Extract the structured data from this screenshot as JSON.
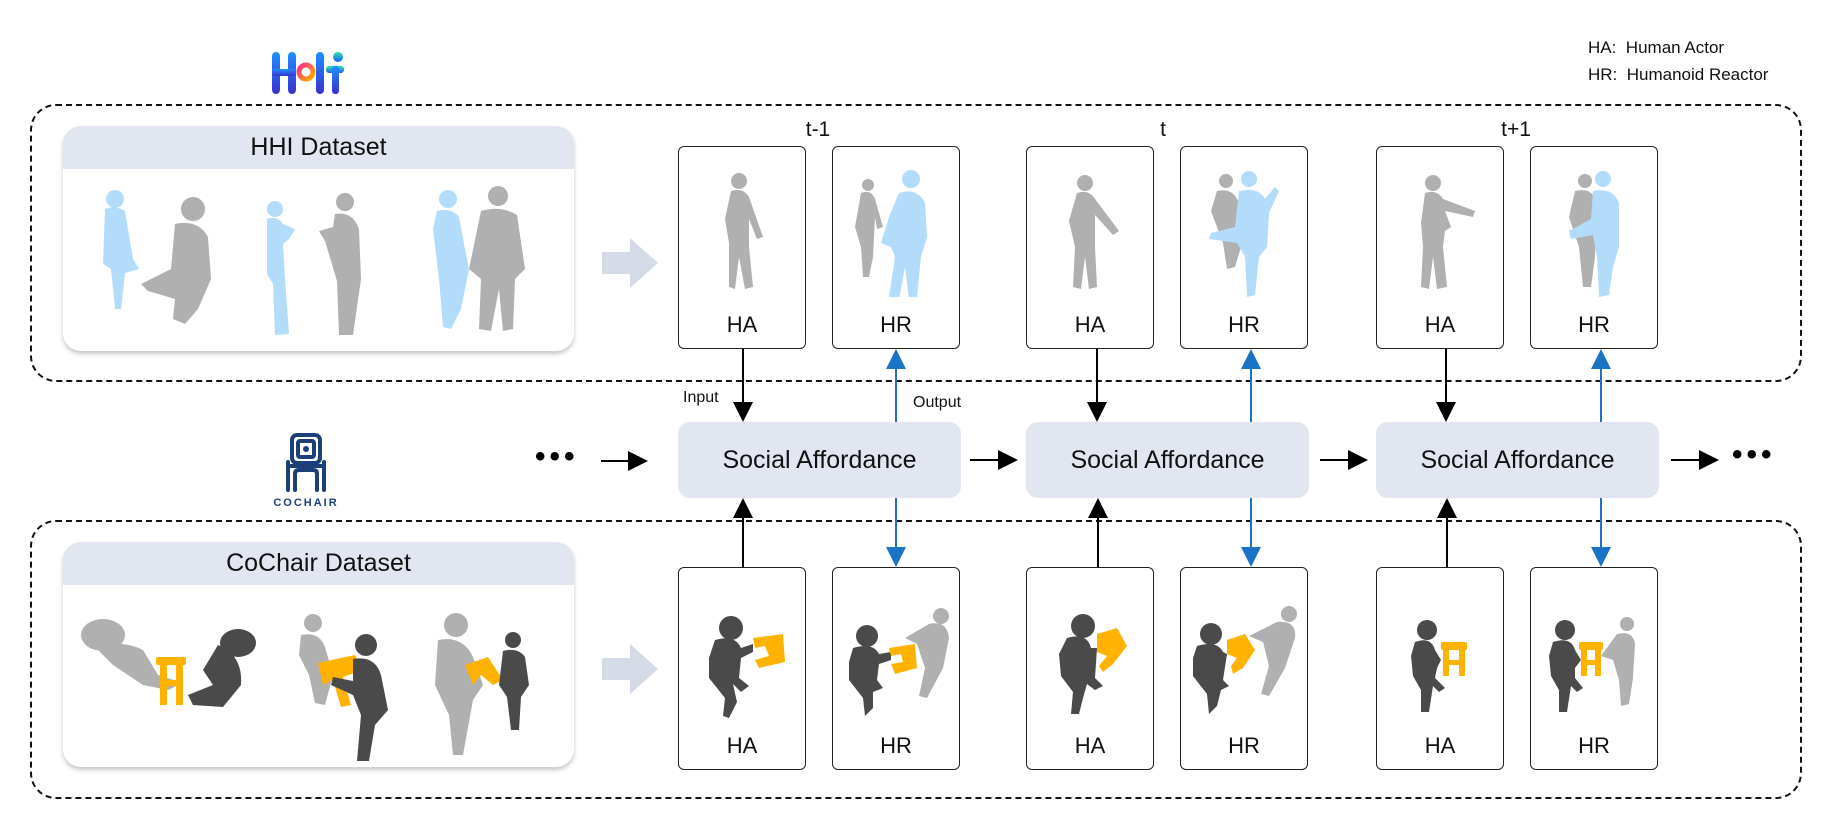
{
  "legend": [
    {
      "abbr": "HA:",
      "meaning": "Human Actor"
    },
    {
      "abbr": "HR:",
      "meaning": "Humanoid Reactor"
    }
  ],
  "logos": {
    "holi": "Holi",
    "cochair": "COCHAIR"
  },
  "datasets": {
    "top": {
      "title": "HHI Dataset"
    },
    "bottom": {
      "title": "CoChair Dataset"
    }
  },
  "timesteps": [
    {
      "label": "t-1",
      "module": "Social Affordance"
    },
    {
      "label": "t",
      "module": "Social Affordance"
    },
    {
      "label": "t+1",
      "module": "Social Affordance"
    }
  ],
  "frame_labels": {
    "actor": "HA",
    "reactor": "HR"
  },
  "io_labels": {
    "input": "Input",
    "output": "Output"
  },
  "ellipsis": "•••",
  "colors": {
    "human_actor": "#b0b0b0",
    "humanoid_reactor_hhi": "#b3dcfb",
    "actor_dark": "#4a4a4a",
    "chair": "#ffb300",
    "output_arrow": "#1a73c4",
    "module_fill": "#e2e6f1"
  }
}
